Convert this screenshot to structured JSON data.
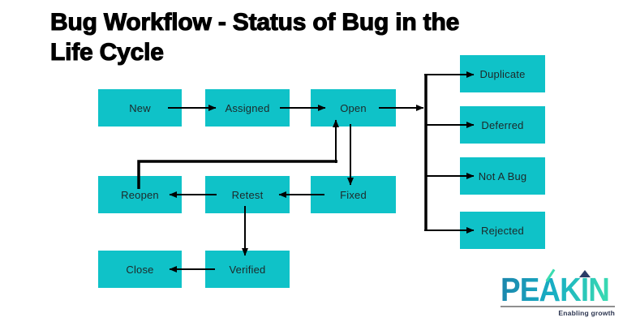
{
  "title": {
    "line1": "Bug Workflow - Status of Bug in the",
    "line2": "Life Cycle"
  },
  "nodes": {
    "new": "New",
    "assigned": "Assigned",
    "open": "Open",
    "duplicate": "Duplicate",
    "deferred": "Deferred",
    "not_a_bug": "Not A Bug",
    "rejected": "Rejected",
    "fixed": "Fixed",
    "retest": "Retest",
    "reopen": "Reopen",
    "verified": "Verified",
    "close": "Close"
  },
  "edges": [
    {
      "from": "New",
      "to": "Assigned"
    },
    {
      "from": "Assigned",
      "to": "Open"
    },
    {
      "from": "Open",
      "to": "Duplicate"
    },
    {
      "from": "Open",
      "to": "Deferred"
    },
    {
      "from": "Open",
      "to": "Not A Bug"
    },
    {
      "from": "Open",
      "to": "Rejected"
    },
    {
      "from": "Open",
      "to": "Fixed"
    },
    {
      "from": "Fixed",
      "to": "Retest"
    },
    {
      "from": "Retest",
      "to": "Reopen"
    },
    {
      "from": "Reopen",
      "to": "Open"
    },
    {
      "from": "Retest",
      "to": "Verified"
    },
    {
      "from": "Verified",
      "to": "Close"
    }
  ],
  "logo": {
    "brand": "PEAKIN",
    "tagline": "Enabling growth"
  },
  "colors": {
    "background": "#FFFFFF",
    "title": "#000000",
    "node_fill": "#0FC2C8",
    "node_text": "#1D2829",
    "arrow": "#000000",
    "logo_start": "#1B85AC",
    "logo_mid": "#18AEC4",
    "logo_end": "#3BDCB0",
    "logo_accent": "#2A3B66",
    "tagline": "#2C3550",
    "divider": "#8F8F8F"
  }
}
